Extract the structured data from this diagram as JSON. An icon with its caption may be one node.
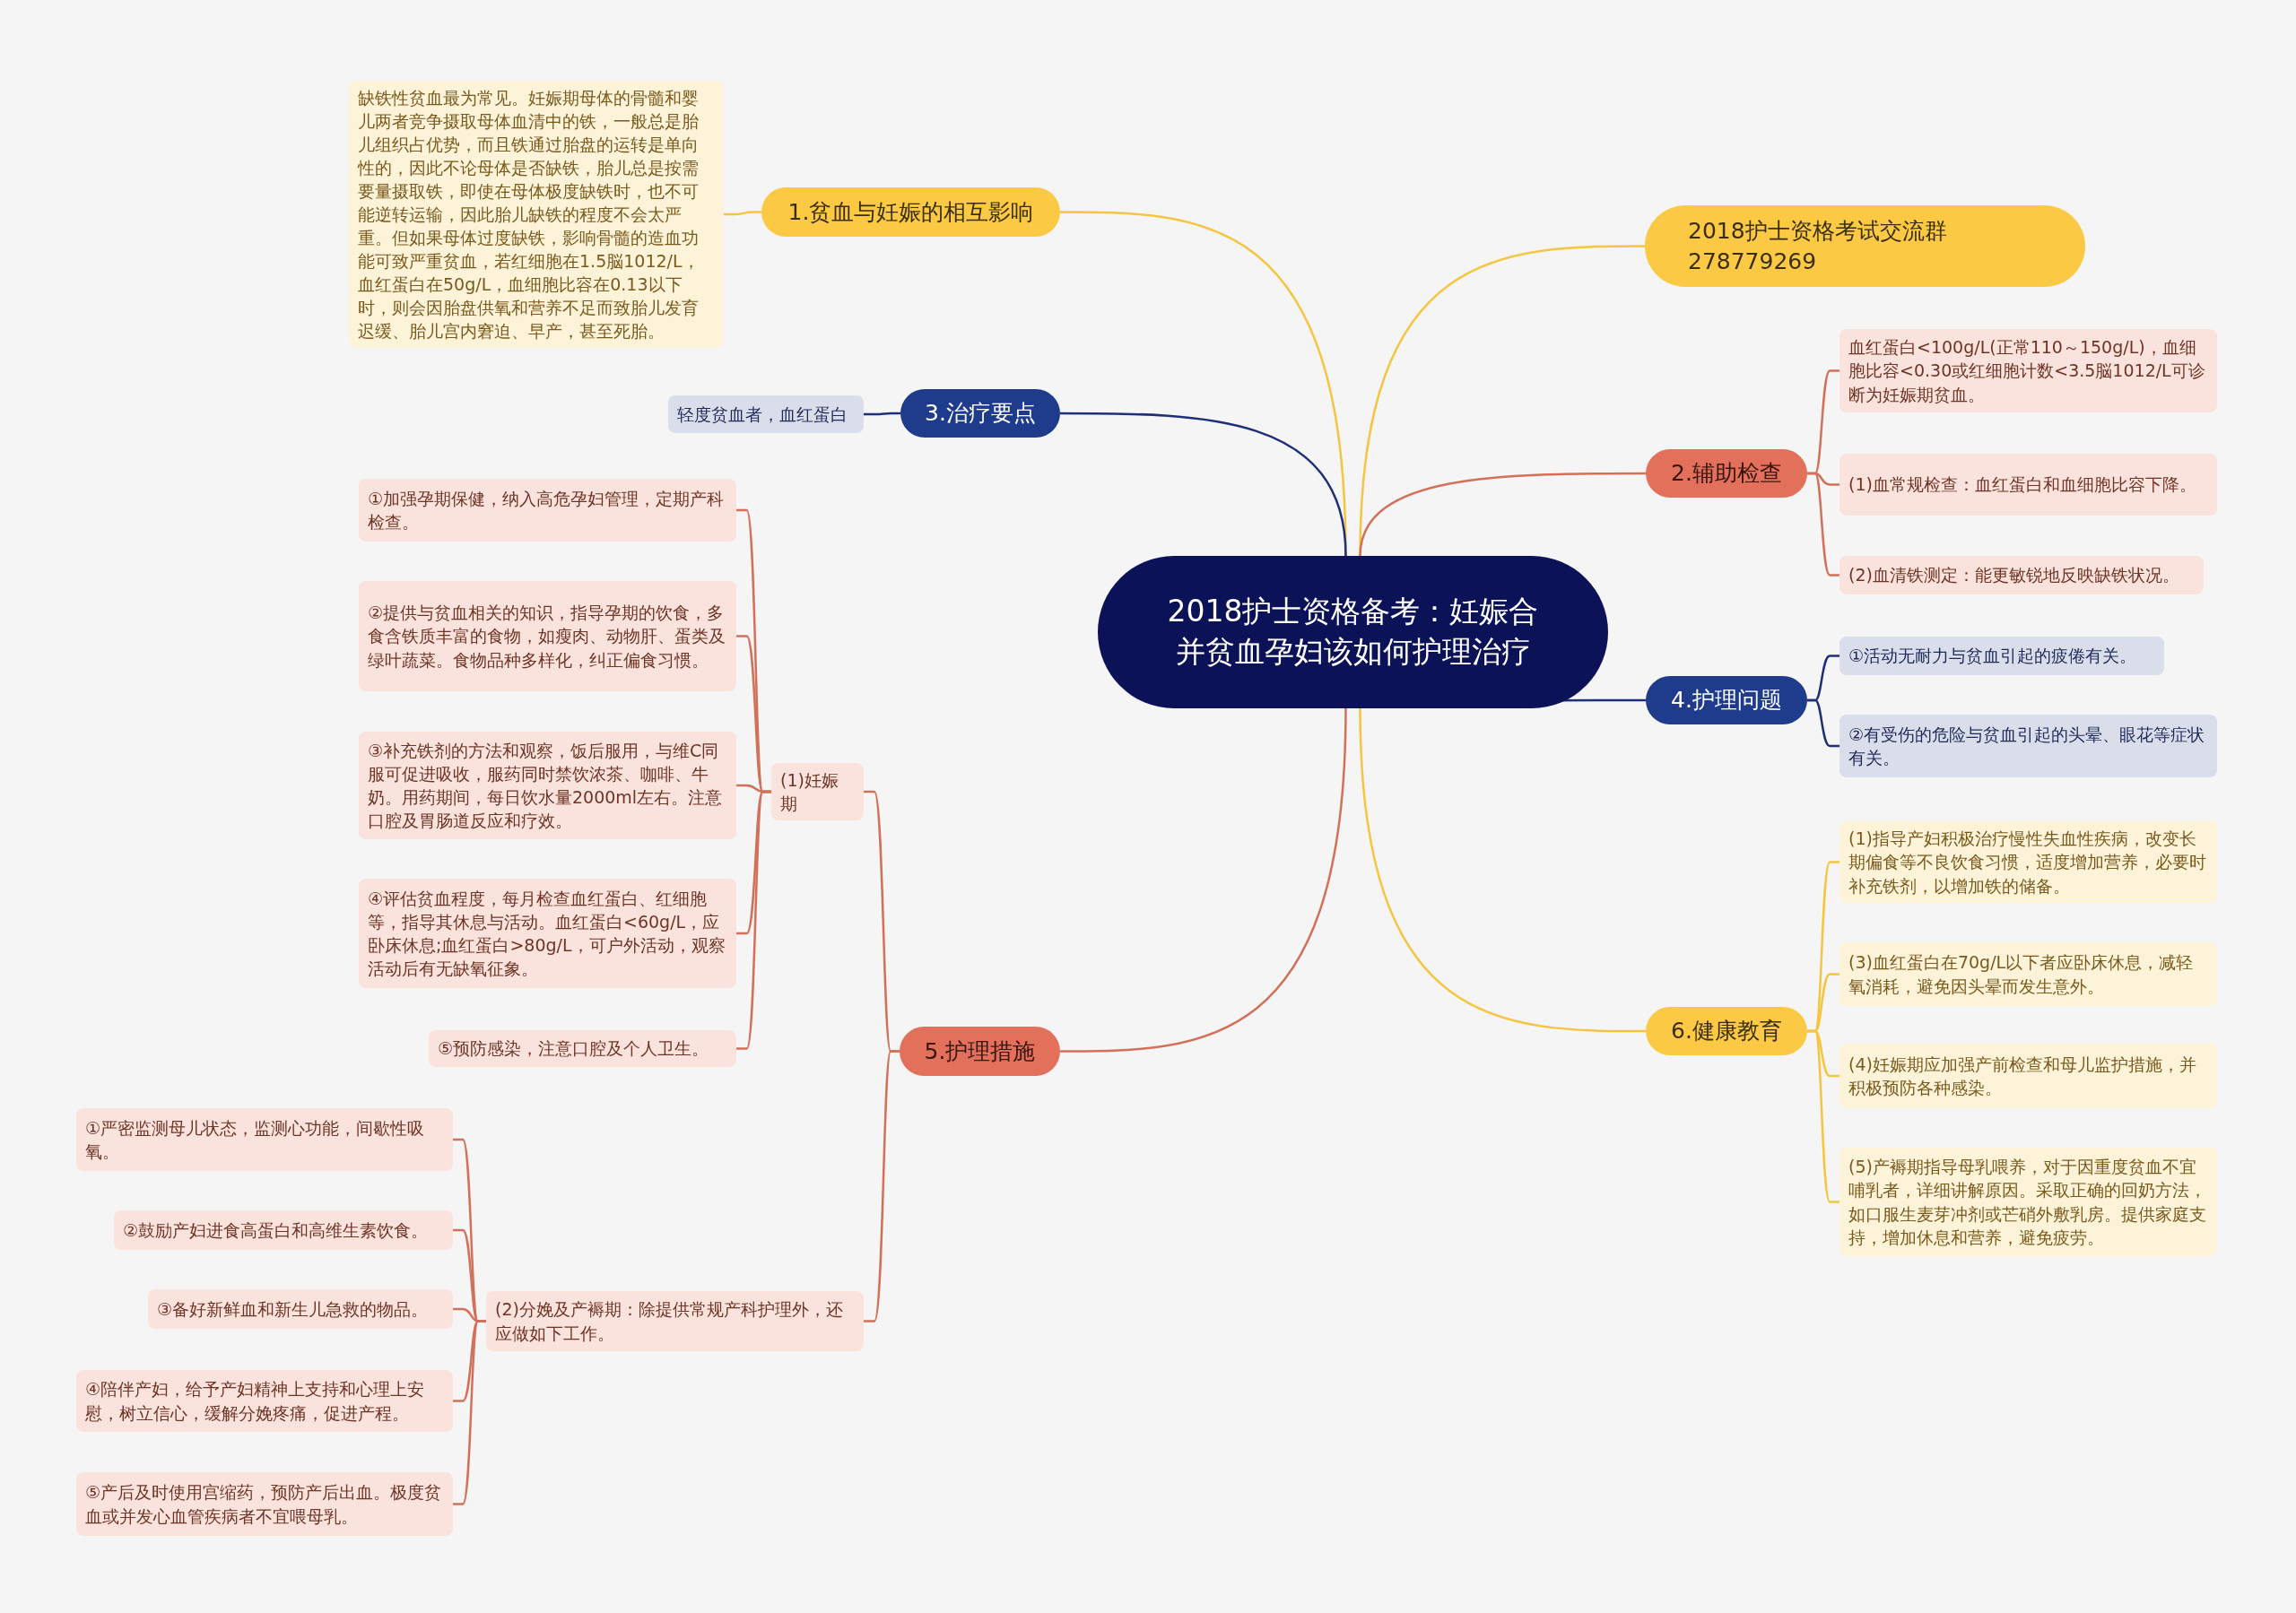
{
  "diagram": {
    "nodes": [
      {
        "text": [
          "2018护士资格备考：妊娠合并贫血孕妇该如何护理治疗"
        ]
      },
      {
        "text": [
          "1.贫血与妊娠的相互影响"
        ]
      },
      {
        "text": [
          "缺铁性贫血最为常见。妊娠期母体的骨髓和婴儿两者竞争摄取母体血清中的铁，一般总是胎儿组织占优势，而且铁通过胎盘的运转是单向性的，因此不论母体是否缺铁，胎儿总是按需要量摄取铁，即使在母体极度缺铁时，也不可能逆转运输，因此胎儿缺铁的程度不会太严重。但如果母体过度缺铁，影响骨髓的造血功能可致严重贫血，若红细胞在1.5脳1012/L，血红蛋白在50g/L，血细胞比容在0.13以下时，则会因胎盘供氧和营养不足而致胎儿发育迟缓、胎儿宫内窘迫、早产，甚至死胎。"
        ]
      },
      {
        "text": [
          "2018护士资格考试交流群278779269"
        ]
      },
      {
        "text": [
          "3.治疗要点"
        ]
      },
      {
        "text": [
          "轻度贫血者，血红蛋白"
        ]
      },
      {
        "text": [
          "2.辅助检查"
        ]
      },
      {
        "text": [
          "血红蛋白<100g/L(正常110～150g/L)，血细胞比容<0.30或红细胞计数<3.5脳1012/L可诊断为妊娠期贫血。"
        ]
      },
      {
        "text": [
          "(1)血常规检查：血红蛋白和血细胞比容下降。"
        ]
      },
      {
        "text": [
          "(2)血清铁测定：能更敏锐地反映缺铁状况。"
        ]
      },
      {
        "text": [
          "4.护理问题"
        ]
      },
      {
        "text": [
          "①活动无耐力与贫血引起的疲倦有关。"
        ]
      },
      {
        "text": [
          "②有受伤的危险与贫血引起的头晕、眼花等症状有关。"
        ]
      },
      {
        "text": [
          "5.护理措施"
        ]
      },
      {
        "text": [
          "(1)妊娠期"
        ]
      },
      {
        "text": [
          "①加强孕期保健，纳入高危孕妇管理，定期产科检查。"
        ]
      },
      {
        "text": [
          "②提供与贫血相关的知识，指导孕期的饮食，多食含铁质丰富的食物，如瘦肉、动物肝、蛋类及绿叶蔬菜。食物品种多样化，纠正偏食习惯。"
        ]
      },
      {
        "text": [
          "③补充铁剂的方法和观察，饭后服用，与维C同服可促进吸收，服药同时禁饮浓茶、咖啡、牛奶。用药期间，每日饮水量2000ml左右。注意口腔及胃肠道反应和疗效。"
        ]
      },
      {
        "text": [
          "④评估贫血程度，每月检查血红蛋白、红细胞等，指导其休息与活动。血红蛋白<60g/L，应卧床休息;血红蛋白>80g/L，可户外活动，观察活动后有无缺氧征象。"
        ]
      },
      {
        "text": [
          "⑤预防感染，注意口腔及个人卫生。"
        ]
      },
      {
        "text": [
          "(2)分娩及产褥期：除提供常规产科护理外，还应做如下工作。"
        ]
      },
      {
        "text": [
          "①严密监测母儿状态，监测心功能，间歇性吸氧。"
        ]
      },
      {
        "text": [
          "②鼓励产妇进食高蛋白和高维生素饮食。"
        ]
      },
      {
        "text": [
          "③备好新鲜血和新生儿急救的物品。"
        ]
      },
      {
        "text": [
          "④陪伴产妇，给予产妇精神上支持和心理上安慰，树立信心，缓解分娩疼痛，促进产程。"
        ]
      },
      {
        "text": [
          "⑤产后及时使用宫缩药，预防产后出血。极度贫血或并发心血管疾病者不宜喂母乳。"
        ]
      },
      {
        "text": [
          "6.健康教育"
        ]
      },
      {
        "text": [
          "(1)指导产妇积极治疗慢性失血性疾病，改变长期偏食等不良饮食习惯，适度增加营养，必要时补充铁剂，以增加铁的储备。"
        ]
      },
      {
        "text": [
          "(3)血红蛋白在70g/L以下者应卧床休息，减轻氧消耗，避免因头晕而发生意外。"
        ]
      },
      {
        "text": [
          "(4)妊娠期应加强产前检查和母儿监护措施，并积极预防各种感染。"
        ]
      },
      {
        "text": [
          "(5)产褥期指导母乳喂养，对于因重度贫血不宜哺乳者，详细讲解原因。采取正确的回奶方法，如口服生麦芽冲剂或芒硝外敷乳房。提供家庭支持，增加休息和营养，避免疲劳。"
        ]
      }
    ],
    "edges": [
      {
        "from": 0,
        "to": 1,
        "arrow": "none",
        "color": "#f5c542"
      },
      {
        "from": 1,
        "to": 2,
        "arrow": "none",
        "color": "#f5c542"
      },
      {
        "from": 0,
        "to": 3,
        "arrow": "none",
        "color": "#f5c542"
      },
      {
        "from": 0,
        "to": 4,
        "arrow": "none",
        "color": "#1f2f78"
      },
      {
        "from": 4,
        "to": 5,
        "arrow": "none",
        "color": "#1f2f78"
      },
      {
        "from": 0,
        "to": 6,
        "arrow": "none"
      },
      {
        "from": 6,
        "to": 7,
        "arrow": "none"
      },
      {
        "from": 6,
        "to": 8,
        "arrow": "none"
      },
      {
        "from": 6,
        "to": 9,
        "arrow": "none"
      },
      {
        "from": 0,
        "to": 10,
        "arrow": "none",
        "color": "#1f2f78"
      },
      {
        "from": 10,
        "to": 11,
        "arrow": "none",
        "color": "#1f2f78"
      },
      {
        "from": 10,
        "to": 12,
        "arrow": "none",
        "color": "#1f2f78"
      },
      {
        "from": 0,
        "to": 13,
        "arrow": "none"
      },
      {
        "from": 13,
        "to": 14,
        "arrow": "none"
      },
      {
        "from": 14,
        "to": 15,
        "arrow": "none"
      },
      {
        "from": 14,
        "to": 16,
        "arrow": "none"
      },
      {
        "from": 14,
        "to": 17,
        "arrow": "none"
      },
      {
        "from": 14,
        "to": 18,
        "arrow": "none"
      },
      {
        "from": 14,
        "to": 19,
        "arrow": "none"
      },
      {
        "from": 13,
        "to": 20,
        "arrow": "none"
      },
      {
        "from": 20,
        "to": 21,
        "arrow": "none"
      },
      {
        "from": 20,
        "to": 22,
        "arrow": "none"
      },
      {
        "from": 20,
        "to": 23,
        "arrow": "none"
      },
      {
        "from": 20,
        "to": 24,
        "arrow": "none"
      },
      {
        "from": 20,
        "to": 25,
        "arrow": "none"
      },
      {
        "from": 0,
        "to": 26,
        "arrow": "none",
        "color": "#f5c542"
      },
      {
        "from": 26,
        "to": 27,
        "arrow": "none",
        "color": "#f5c542"
      },
      {
        "from": 26,
        "to": 28,
        "arrow": "none",
        "color": "#f5c542"
      },
      {
        "from": 26,
        "to": 29,
        "arrow": "none",
        "color": "#f5c542"
      },
      {
        "from": 26,
        "to": 30,
        "arrow": "none",
        "color": "#f5c542"
      }
    ]
  }
}
